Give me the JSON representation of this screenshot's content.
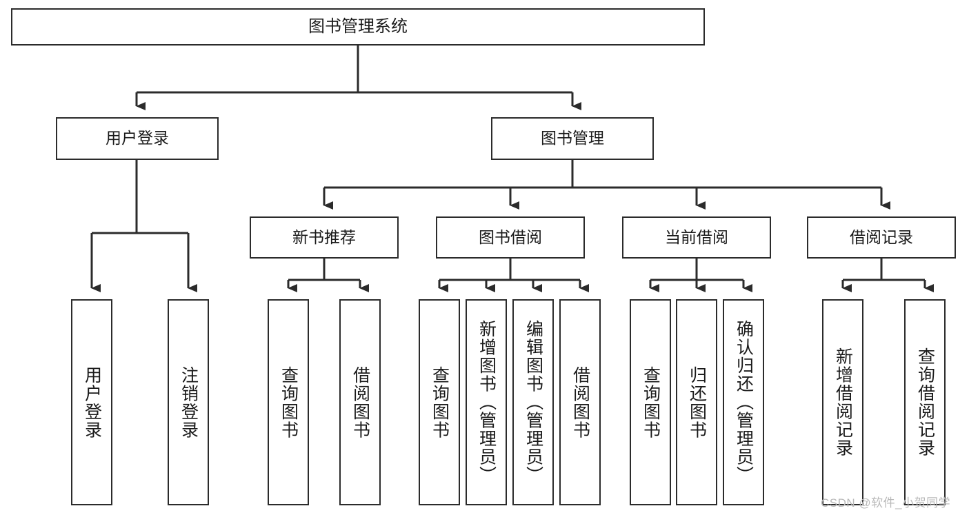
{
  "diagram": {
    "type": "hierarchy-tree",
    "title": "图书管理系统",
    "orientation": "top-down",
    "nodes": {
      "root": {
        "label": "图书管理系统",
        "level": 1,
        "text_dir": "horizontal"
      },
      "l2": [
        {
          "id": "user-login",
          "label": "用户登录",
          "level": 2,
          "text_dir": "horizontal"
        },
        {
          "id": "book-manage",
          "label": "图书管理",
          "level": 2,
          "text_dir": "horizontal"
        }
      ],
      "l3": [
        {
          "id": "new-book-recommend",
          "label": "新书推荐",
          "level": 3,
          "text_dir": "horizontal",
          "parent": "book-manage"
        },
        {
          "id": "book-borrow",
          "label": "图书借阅",
          "level": 3,
          "text_dir": "horizontal",
          "parent": "book-manage"
        },
        {
          "id": "current-borrow",
          "label": "当前借阅",
          "level": 3,
          "text_dir": "horizontal",
          "parent": "book-manage"
        },
        {
          "id": "borrow-record",
          "label": "借阅记录",
          "level": 3,
          "text_dir": "horizontal",
          "parent": "book-manage"
        }
      ],
      "leaves": [
        {
          "id": "leaf-user-login",
          "label": "用户登录",
          "parent": "user-login",
          "text_dir": "vertical"
        },
        {
          "id": "leaf-logout-login",
          "label": "注销登录",
          "parent": "user-login",
          "text_dir": "vertical"
        },
        {
          "id": "leaf-query-book-1",
          "label": "查询图书",
          "parent": "new-book-recommend",
          "text_dir": "vertical"
        },
        {
          "id": "leaf-borrow-book-1",
          "label": "借阅图书",
          "parent": "new-book-recommend",
          "text_dir": "vertical"
        },
        {
          "id": "leaf-query-book-2",
          "label": "查询图书",
          "parent": "book-borrow",
          "text_dir": "vertical"
        },
        {
          "id": "leaf-add-book",
          "label": "新增图书（管理员）",
          "parent": "book-borrow",
          "text_dir": "vertical"
        },
        {
          "id": "leaf-edit-book",
          "label": "编辑图书（管理员）",
          "parent": "book-borrow",
          "text_dir": "vertical"
        },
        {
          "id": "leaf-borrow-book-2",
          "label": "借阅图书",
          "parent": "book-borrow",
          "text_dir": "vertical"
        },
        {
          "id": "leaf-query-book-3",
          "label": "查询图书",
          "parent": "current-borrow",
          "text_dir": "vertical"
        },
        {
          "id": "leaf-return-book",
          "label": "归还图书",
          "parent": "current-borrow",
          "text_dir": "vertical"
        },
        {
          "id": "leaf-confirm-return",
          "label": "确认归还（管理员）",
          "parent": "current-borrow",
          "text_dir": "vertical"
        },
        {
          "id": "leaf-add-record",
          "label": "新增借阅记录",
          "parent": "borrow-record",
          "text_dir": "vertical"
        },
        {
          "id": "leaf-query-record",
          "label": "查询借阅记录",
          "parent": "borrow-record",
          "text_dir": "vertical"
        }
      ]
    },
    "colors": {
      "background": "#ffffff",
      "box_border": "#2b2b2b",
      "box_fill": "#ffffff",
      "text": "#1a1a1a",
      "connector": "#2b2b2b",
      "watermark": "#b9b9b9"
    }
  },
  "watermark": {
    "text": "CSDN @软件_小贺同学"
  }
}
